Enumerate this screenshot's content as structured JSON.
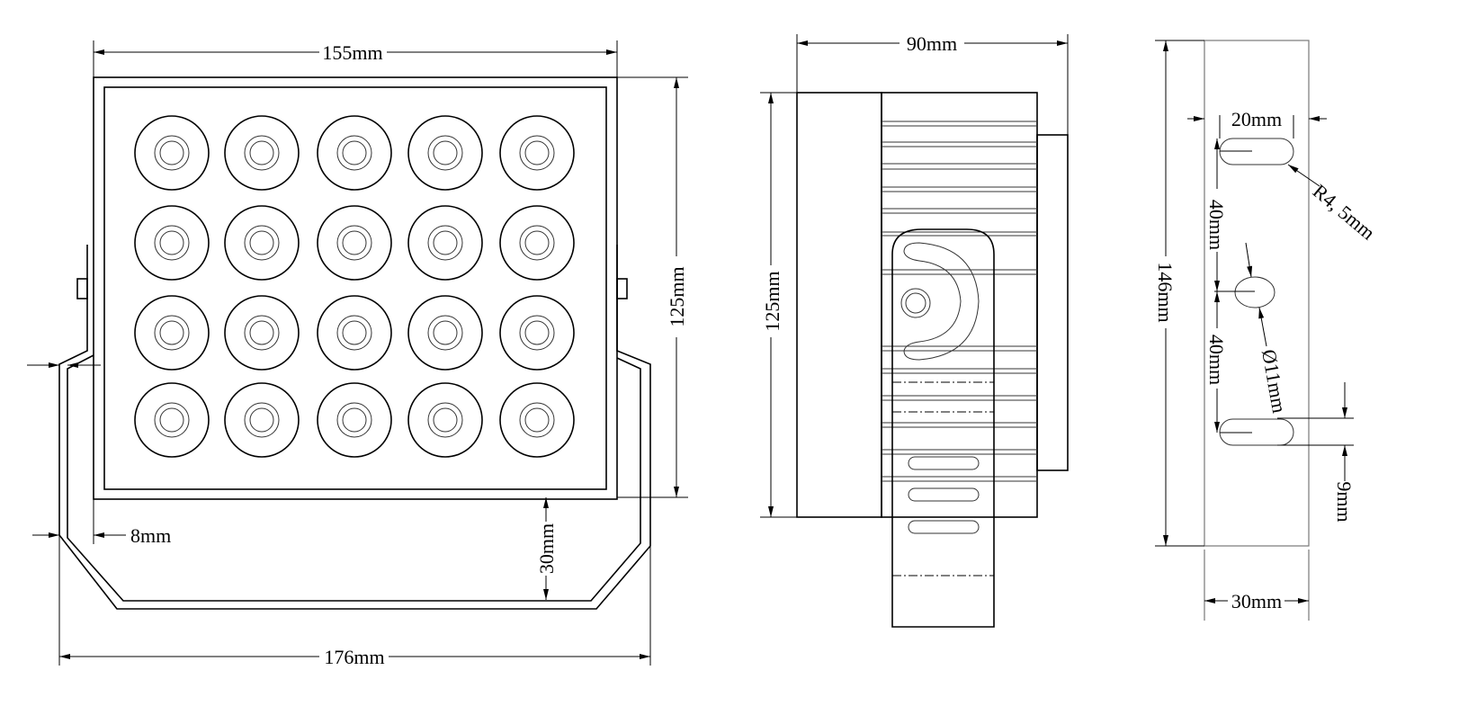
{
  "front_view": {
    "width_label": "155mm",
    "height_label": "125mm",
    "bracket_width_label": "176mm",
    "offset_label": "8mm",
    "bracket_depth_label": "30mm",
    "led_rows": 4,
    "led_cols": 5
  },
  "side_view": {
    "depth_label": "90mm",
    "height_label": "125mm"
  },
  "bracket_view": {
    "slot_width_label": "20mm",
    "radius_label": "R4, 5mm",
    "upper_spacing_label": "40mm",
    "lower_spacing_label": "40mm",
    "hole_label": "Ø11mm",
    "length_label": "146mm",
    "slot_height_label": "9mm",
    "width_label": "30mm"
  }
}
